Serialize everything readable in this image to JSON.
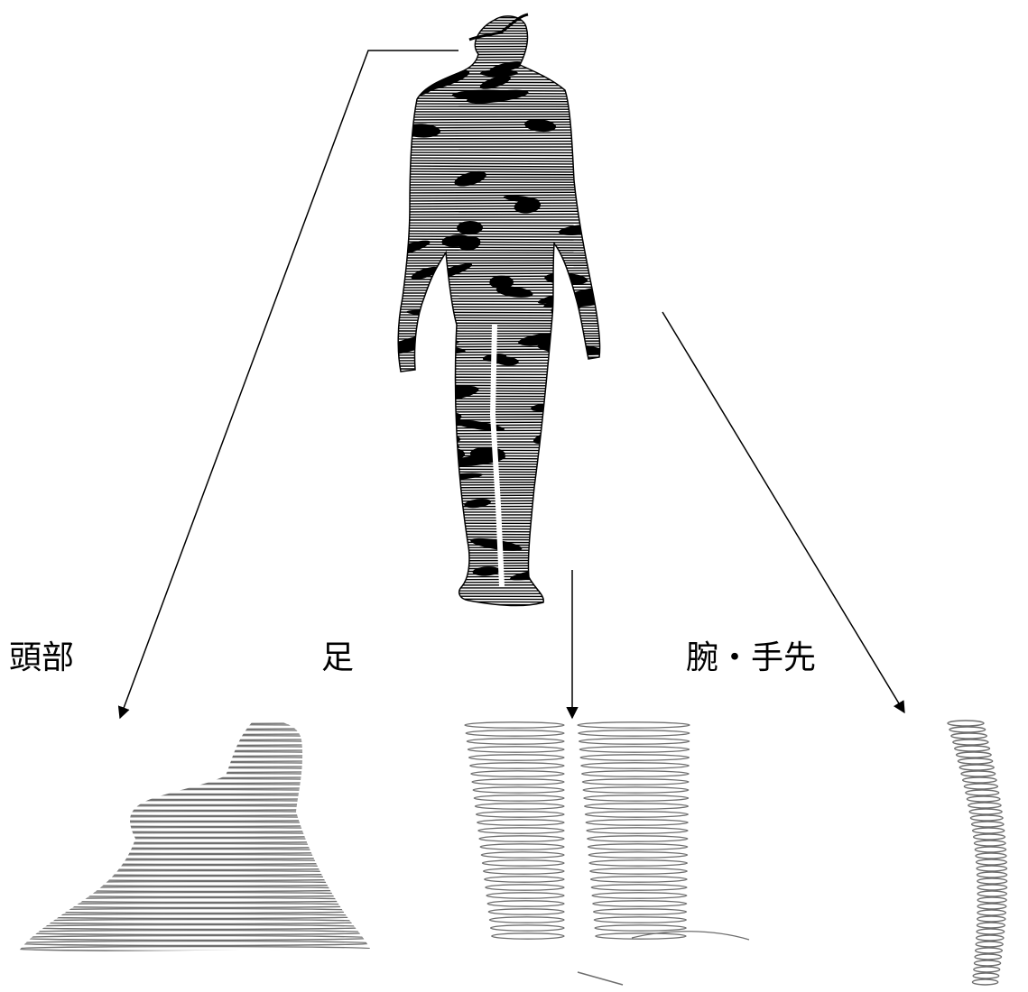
{
  "labels": {
    "head": "頭部",
    "foot": "足",
    "arm_hand": "腕・手先"
  },
  "colors": {
    "background": "#ffffff",
    "body_scan": "#000000",
    "detail_scan": "#6e6e6e",
    "arrow": "#000000"
  },
  "figures": [
    {
      "name": "full-body-scan",
      "style": "dense horizontal scan lines"
    },
    {
      "name": "head-detail",
      "style": "loop slices"
    },
    {
      "name": "foot-detail",
      "style": "loop slices"
    },
    {
      "name": "arm-hand-detail",
      "style": "loop slices"
    }
  ]
}
